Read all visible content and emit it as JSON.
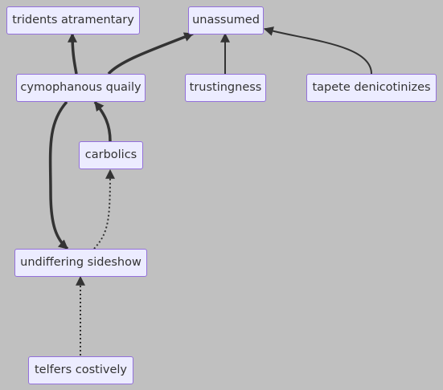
{
  "nodes": {
    "tridents_atramentary": "tridents atramentary",
    "unassumed": "unassumed",
    "cymophanous_quaily": "cymophanous quaily",
    "trustingness": "trustingness",
    "tapete_denicotinizes": "tapete denicotinizes",
    "carbolics": "carbolics",
    "undiffering_sideshow": "undiffering sideshow",
    "telfers_costively": "telfers costively"
  },
  "edges": [
    {
      "from": "cymophanous_quaily",
      "to": "tridents_atramentary",
      "style": "thick"
    },
    {
      "from": "cymophanous_quaily",
      "to": "unassumed",
      "style": "thick"
    },
    {
      "from": "trustingness",
      "to": "unassumed",
      "style": "normal"
    },
    {
      "from": "tapete_denicotinizes",
      "to": "unassumed",
      "style": "normal"
    },
    {
      "from": "carbolics",
      "to": "cymophanous_quaily",
      "style": "thick"
    },
    {
      "from": "cymophanous_quaily",
      "to": "undiffering_sideshow",
      "style": "thick"
    },
    {
      "from": "undiffering_sideshow",
      "to": "carbolics",
      "style": "dotted"
    },
    {
      "from": "telfers_costively",
      "to": "undiffering_sideshow",
      "style": "dotted"
    }
  ],
  "colors": {
    "background": "#c0c0c0",
    "node_fill": "#ececff",
    "node_border": "#9370db",
    "text": "#333333",
    "edge": "#333333"
  }
}
